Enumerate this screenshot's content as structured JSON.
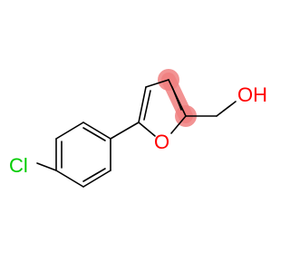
{
  "molecule": {
    "name": "",
    "atom_labels": {
      "hydroxyl": "OH",
      "ring_oxygen": "O",
      "chlorine": "Cl"
    },
    "colors": {
      "bond": "#000000",
      "oxygen": "#ff0000",
      "chlorine": "#00cc00",
      "highlight": "#f08080"
    }
  }
}
